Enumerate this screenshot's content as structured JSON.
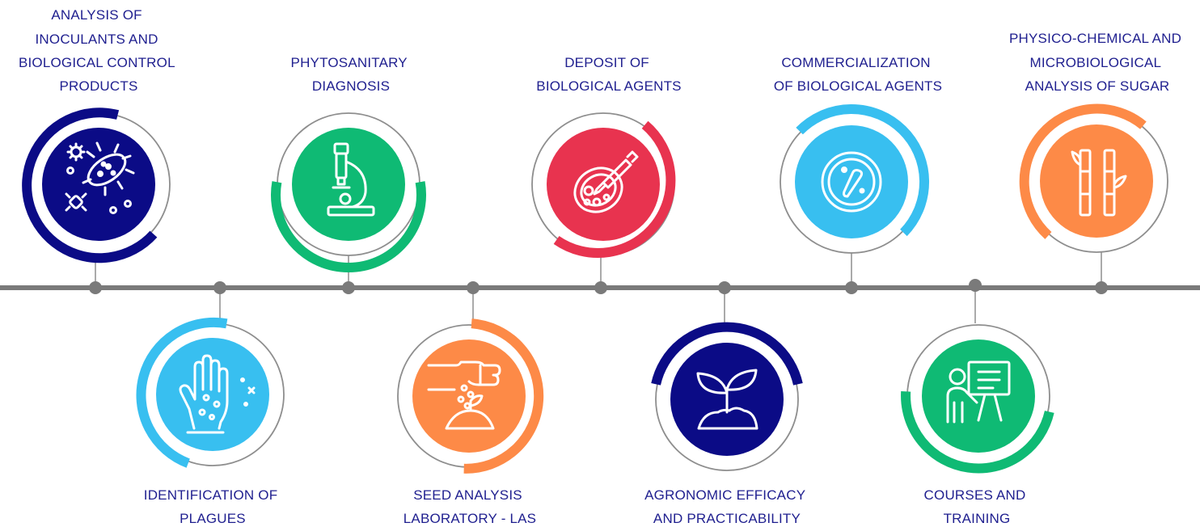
{
  "colors": {
    "timeline": "#7a7a7a",
    "label_text": "#1f1f8f",
    "navy": "#0b0b86",
    "green": "#0fba74",
    "red": "#e8334f",
    "light_blue": "#38bff0",
    "orange": "#fd8a47",
    "ring_gray": "#8e8e8e",
    "icon_stroke": "#ffffff"
  },
  "services": [
    {
      "id": "inoculants",
      "lines": [
        "ANALYSIS OF",
        "INOCULANTS AND",
        "BIOLOGICAL CONTROL",
        "PRODUCTS"
      ],
      "icon": "bacteria-icon",
      "color": "navy"
    },
    {
      "id": "plagues",
      "lines": [
        "IDENTIFICATION OF",
        "PLAGUES"
      ],
      "icon": "infected-hand-icon",
      "color": "light_blue"
    },
    {
      "id": "phytosanitary",
      "lines": [
        "PHYTOSANITARY",
        "DIAGNOSIS"
      ],
      "icon": "microscope-icon",
      "color": "green"
    },
    {
      "id": "seed-analysis",
      "lines": [
        "SEED ANALYSIS",
        "LABORATORY - LAS"
      ],
      "icon": "seed-sowing-icon",
      "color": "orange"
    },
    {
      "id": "deposit",
      "lines": [
        "DEPOSIT OF",
        "BIOLOGICAL AGENTS"
      ],
      "icon": "petri-dropper-icon",
      "color": "red"
    },
    {
      "id": "agronomic",
      "lines": [
        "AGRONOMIC EFFICACY",
        "AND PRACTICABILITY"
      ],
      "icon": "sprout-icon",
      "color": "navy"
    },
    {
      "id": "commercialization",
      "lines": [
        "COMMERCIALIZATION",
        "OF BIOLOGICAL AGENTS"
      ],
      "icon": "petri-dish-icon",
      "color": "light_blue"
    },
    {
      "id": "courses",
      "lines": [
        "COURSES AND",
        "TRAINING"
      ],
      "icon": "presentation-board-icon",
      "color": "green"
    },
    {
      "id": "sugar",
      "lines": [
        "PHYSICO-CHEMICAL AND",
        "MICROBIOLOGICAL",
        "ANALYSIS OF SUGAR"
      ],
      "icon": "sugarcane-icon",
      "color": "orange"
    }
  ]
}
